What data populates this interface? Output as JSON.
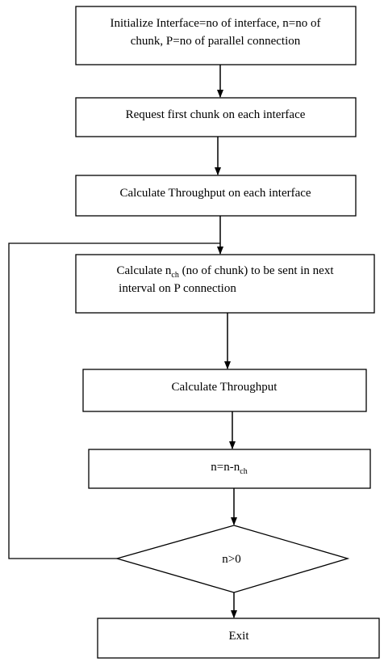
{
  "flowchart": {
    "steps": [
      {
        "id": "init",
        "line1": "Initialize Interface=no of interface, n=no of",
        "line2": "chunk, P=no of parallel connection"
      },
      {
        "id": "request",
        "line1": "Request first chunk on each interface"
      },
      {
        "id": "calc-interface-throughput",
        "line1": "Calculate Throughput on each interface"
      },
      {
        "id": "calc-nch",
        "line1_pre": "Calculate n",
        "line1_sub": "ch",
        "line1_post": " (no of chunk) to be sent in next",
        "line2": "interval on P connection"
      },
      {
        "id": "calc-throughput",
        "line1": "Calculate Throughput"
      },
      {
        "id": "update-n",
        "pre": "n=n-n",
        "sub": "ch"
      }
    ],
    "decision": {
      "label": "n>0"
    },
    "exit": {
      "label": "Exit"
    }
  }
}
